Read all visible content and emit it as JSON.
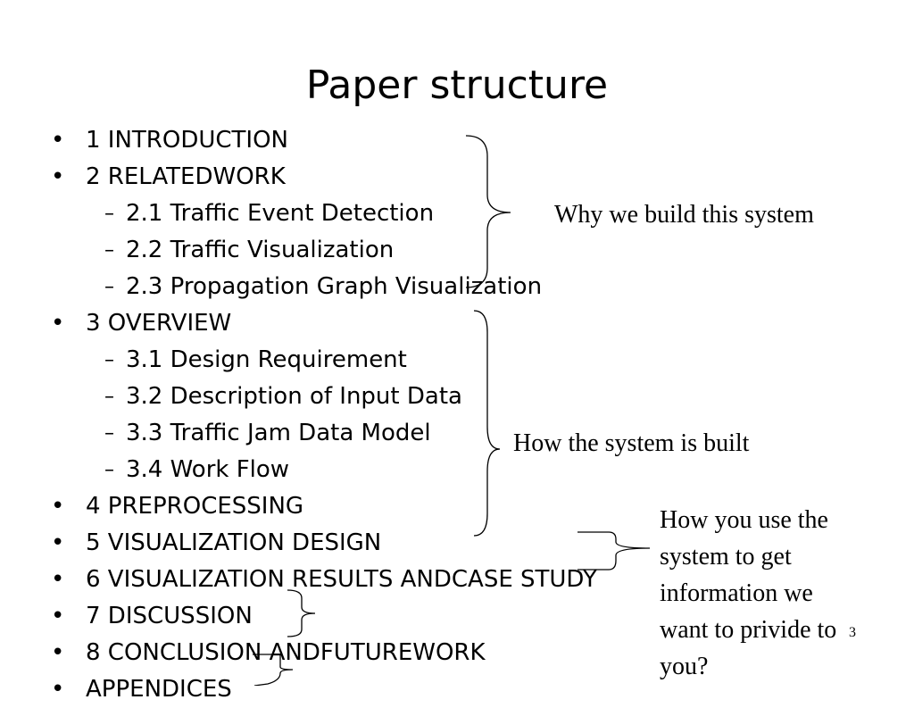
{
  "slide": {
    "title": "Paper structure",
    "page_number": "3"
  },
  "outline": [
    {
      "level": 1,
      "marker": "•",
      "text": "1 INTRODUCTION"
    },
    {
      "level": 1,
      "marker": "•",
      "text": "2 RELATEDWORK"
    },
    {
      "level": 2,
      "marker": "–",
      "text": "2.1 Traffic Event Detection"
    },
    {
      "level": 2,
      "marker": "–",
      "text": "2.2 Traffic Visualization"
    },
    {
      "level": 2,
      "marker": "–",
      "text": "2.3 Propagation Graph Visualization"
    },
    {
      "level": 1,
      "marker": "•",
      "text": "3 OVERVIEW"
    },
    {
      "level": 2,
      "marker": "–",
      "text": "3.1 Design Requirement"
    },
    {
      "level": 2,
      "marker": "–",
      "text": "3.2 Description of Input Data"
    },
    {
      "level": 2,
      "marker": "–",
      "text": "3.3 Traffic Jam Data Model"
    },
    {
      "level": 2,
      "marker": "–",
      "text": "3.4 Work Flow"
    },
    {
      "level": 1,
      "marker": "•",
      "text": "4 PREPROCESSING"
    },
    {
      "level": 1,
      "marker": "•",
      "text": "5 VISUALIZATION DESIGN"
    },
    {
      "level": 1,
      "marker": "•",
      "text": "6 VISUALIZATION RESULTS ANDCASE STUDY"
    },
    {
      "level": 1,
      "marker": "•",
      "text": "7 DISCUSSION"
    },
    {
      "level": 1,
      "marker": "•",
      "text": "8 CONCLUSION ANDFUTUREWORK"
    },
    {
      "level": 1,
      "marker": "•",
      "text": "APPENDICES"
    }
  ],
  "annotations": {
    "why": "Why we build this system",
    "how_built": "How the system is built",
    "how_use": [
      "How you use the",
      "system to get",
      "information we",
      "want to privide to",
      "you?"
    ]
  }
}
